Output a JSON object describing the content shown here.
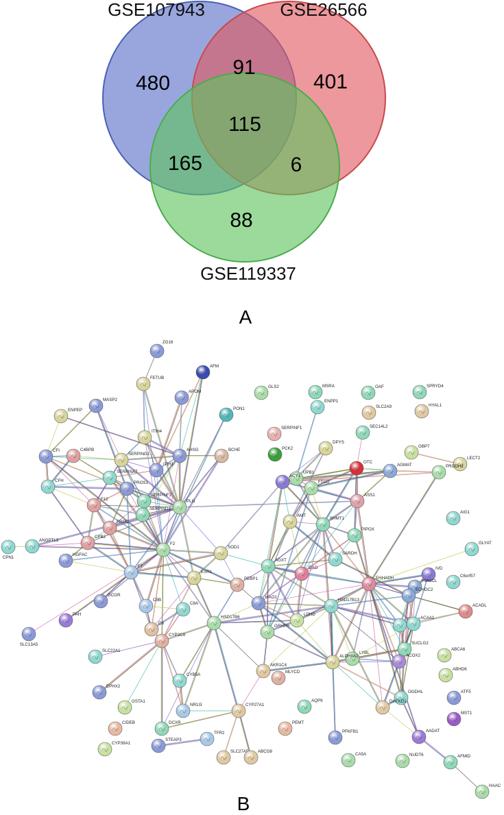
{
  "panels": {
    "a": {
      "label": "A",
      "sets": [
        {
          "key": "gse107943",
          "name": "GSE107943",
          "color": "#5a6fc8"
        },
        {
          "key": "gse26566",
          "name": "GSE26566",
          "color": "#e0595f"
        },
        {
          "key": "gse119337",
          "name": "GSE119337",
          "color": "#5fc45f"
        }
      ],
      "regions": {
        "only_gse107943": "480",
        "only_gse26566": "401",
        "only_gse119337": "88",
        "gse107943_gse26566": "91",
        "gse107943_gse119337": "165",
        "gse26566_gse119337": "6",
        "all_three": "115"
      }
    },
    "b": {
      "label": "B",
      "edge_colors": [
        "#3a3a3a",
        "#2bb0a0",
        "#b7c23a",
        "#7a52c7",
        "#c94fa8"
      ],
      "nodes": [
        {
          "id": "ZG16",
          "c": "#8a9ad8"
        },
        {
          "id": "AFM",
          "c": "#3a4bb0"
        },
        {
          "id": "FETUB",
          "c": "#d8d49a"
        },
        {
          "id": "APOM",
          "c": "#8a9ad8"
        },
        {
          "id": "MASP2",
          "c": "#8a9ad8"
        },
        {
          "id": "ENPEP",
          "c": "#d8d49a"
        },
        {
          "id": "ITIH4",
          "c": "#d8d49a"
        },
        {
          "id": "CFI",
          "c": "#8a9ad8"
        },
        {
          "id": "C4BPB",
          "c": "#e0a0a0"
        },
        {
          "id": "SERPING1",
          "c": "#d8d49a"
        },
        {
          "id": "ITIH1",
          "c": "#8a9ad8"
        },
        {
          "id": "AHSG",
          "c": "#8a9ad8"
        },
        {
          "id": "BCHE",
          "c": "#d8b8a0"
        },
        {
          "id": "PON1",
          "c": "#50b8b8"
        },
        {
          "id": "SERPINA7",
          "c": "#8ed8c8"
        },
        {
          "id": "PROS1",
          "c": "#8a9ad8"
        },
        {
          "id": "CFH",
          "c": "#8ed8d0"
        },
        {
          "id": "F12",
          "c": "#e0a0a0"
        },
        {
          "id": "SERPINF2",
          "c": "#8ed8b8"
        },
        {
          "id": "SERPIND1",
          "c": "#8ed8b8"
        },
        {
          "id": "PLG",
          "c": "#a8dca8"
        },
        {
          "id": "PROC",
          "c": "#e0a0a0"
        },
        {
          "id": "CPB2",
          "c": "#e0a0a0"
        },
        {
          "id": "ANGPTL3",
          "c": "#8ed8d0"
        },
        {
          "id": "CPN1",
          "c": "#8ed8d0"
        },
        {
          "id": "F2",
          "c": "#a8dca8"
        },
        {
          "id": "HGFAC",
          "c": "#8a9ad8"
        },
        {
          "id": "F7",
          "c": "#a8c8e8"
        },
        {
          "id": "SOD1",
          "c": "#d8d49a"
        },
        {
          "id": "GCGR",
          "c": "#8a9ad8"
        },
        {
          "id": "ESR1",
          "c": "#d8d49a"
        },
        {
          "id": "C8B",
          "c": "#a8c8e8"
        },
        {
          "id": "C8A",
          "c": "#8ed8d0"
        },
        {
          "id": "PAH",
          "c": "#9a7ad8"
        },
        {
          "id": "SLC13A5",
          "c": "#8a9ad8"
        },
        {
          "id": "C6",
          "c": "#e0c0a0"
        },
        {
          "id": "CYP2C9",
          "c": "#e0b0a0"
        },
        {
          "id": "SLC22A1",
          "c": "#8ed8d0"
        },
        {
          "id": "HSD17B6",
          "c": "#a8dca8"
        },
        {
          "id": "CYB5A",
          "c": "#8ed8d0"
        },
        {
          "id": "EPHX2",
          "c": "#8a9ad8"
        },
        {
          "id": "GSTA1",
          "c": "#c8e0a0"
        },
        {
          "id": "NR1I3",
          "c": "#a8c8e8"
        },
        {
          "id": "CIDEB",
          "c": "#e8b8a0"
        },
        {
          "id": "DCXR",
          "c": "#8ed8b8"
        },
        {
          "id": "CYP39A1",
          "c": "#c8e0a0"
        },
        {
          "id": "STEAP3",
          "c": "#8a9ad8"
        },
        {
          "id": "TFR2",
          "c": "#a8c8e8"
        },
        {
          "id": "CYP27A1",
          "c": "#e0c8a0"
        },
        {
          "id": "SLC27A5",
          "c": "#e0c8a0"
        },
        {
          "id": "ABCG8",
          "c": "#e0c8a0"
        },
        {
          "id": "PEBP1",
          "c": "#e0b0a0"
        },
        {
          "id": "AKR1C4",
          "c": "#e0c8a0"
        },
        {
          "id": "MLYCD",
          "c": "#e0b0a0"
        },
        {
          "id": "GLS2",
          "c": "#a8dca8"
        },
        {
          "id": "MSRA",
          "c": "#8ed8b8"
        },
        {
          "id": "ENPP1",
          "c": "#8ed8d0"
        },
        {
          "id": "SERPINF1",
          "c": "#e8b0b0"
        },
        {
          "id": "PCK2",
          "c": "#3aa03a"
        },
        {
          "id": "OAF",
          "c": "#8ed8b8"
        },
        {
          "id": "SLC2A9",
          "c": "#e0c8a0"
        },
        {
          "id": "SEC14L2",
          "c": "#8ed8b8"
        },
        {
          "id": "SPRYD4",
          "c": "#8ed8b8"
        },
        {
          "id": "HYAL1",
          "c": "#e0c8a0"
        },
        {
          "id": "DPYS",
          "c": "#d8d49a"
        },
        {
          "id": "GBP7",
          "c": "#c8e0a0"
        },
        {
          "id": "LECT2",
          "c": "#d8d49a"
        },
        {
          "id": "OTC",
          "c": "#d8303a"
        },
        {
          "id": "UPB1",
          "c": "#a8dca8"
        },
        {
          "id": "ACY1",
          "c": "#8a7ad8"
        },
        {
          "id": "AGMAT",
          "c": "#8aa8d8"
        },
        {
          "id": "PRODH2",
          "c": "#a8dca8"
        },
        {
          "id": "FTCD",
          "c": "#a8dca8"
        },
        {
          "id": "ASS1",
          "c": "#e0a0a8"
        },
        {
          "id": "AIG1",
          "c": "#8ed8d0"
        },
        {
          "id": "AMT",
          "c": "#d8d49a"
        },
        {
          "id": "SHMT1",
          "c": "#8ed8b8"
        },
        {
          "id": "PIPOX",
          "c": "#8ed8b8"
        },
        {
          "id": "GLYAT",
          "c": "#8ed8d0"
        },
        {
          "id": "SARDH",
          "c": "#8ed8d0"
        },
        {
          "id": "AGXT",
          "c": "#8ed8b8"
        },
        {
          "id": "DAO",
          "c": "#e0809a"
        },
        {
          "id": "IVD",
          "c": "#8a7ad8"
        },
        {
          "id": "EHHADH",
          "c": "#e08aa0"
        },
        {
          "id": "HMGCL",
          "c": "#8aa8d8"
        },
        {
          "id": "C6orf57",
          "c": "#8ed8d0"
        },
        {
          "id": "ECHDC2",
          "c": "#8aa8d8"
        },
        {
          "id": "HAO1",
          "c": "#8a9ad8"
        },
        {
          "id": "LDHD",
          "c": "#c8e0a0"
        },
        {
          "id": "HSD17B13",
          "c": "#8ed8d0"
        },
        {
          "id": "CRYL1",
          "c": "#8ed8d0"
        },
        {
          "id": "ACAA1",
          "c": "#8ed8d0"
        },
        {
          "id": "ACADL",
          "c": "#e08a8a"
        },
        {
          "id": "GRHPR",
          "c": "#a8dca8"
        },
        {
          "id": "LYBL",
          "c": "#a8dca8"
        },
        {
          "id": "ALDH8A1",
          "c": "#d8d49a"
        },
        {
          "id": "SUCLG2",
          "c": "#8ed8b8"
        },
        {
          "id": "ACOX2",
          "c": "#a88ad8"
        },
        {
          "id": "ABCA6",
          "c": "#c8e0a0"
        },
        {
          "id": "ABHD6",
          "c": "#c8e0a0"
        },
        {
          "id": "OGDHL",
          "c": "#8ed8d0"
        },
        {
          "id": "DHTKD1",
          "c": "#e0c8a0"
        },
        {
          "id": "ATF5",
          "c": "#8a9ad8"
        },
        {
          "id": "MST1",
          "c": "#9a5ac8"
        },
        {
          "id": "AQP9",
          "c": "#8ed8b8"
        },
        {
          "id": "PEMT",
          "c": "#e8b8a0"
        },
        {
          "id": "PFKFB1",
          "c": "#8a9ad8"
        },
        {
          "id": "AADAT",
          "c": "#9a7ad8"
        },
        {
          "id": "CA5A",
          "c": "#a8dca8"
        },
        {
          "id": "NUDT6",
          "c": "#a8dca8"
        },
        {
          "id": "AFMID",
          "c": "#8ed8b8"
        },
        {
          "id": "HAAC",
          "c": "#a8dca8"
        }
      ]
    }
  }
}
